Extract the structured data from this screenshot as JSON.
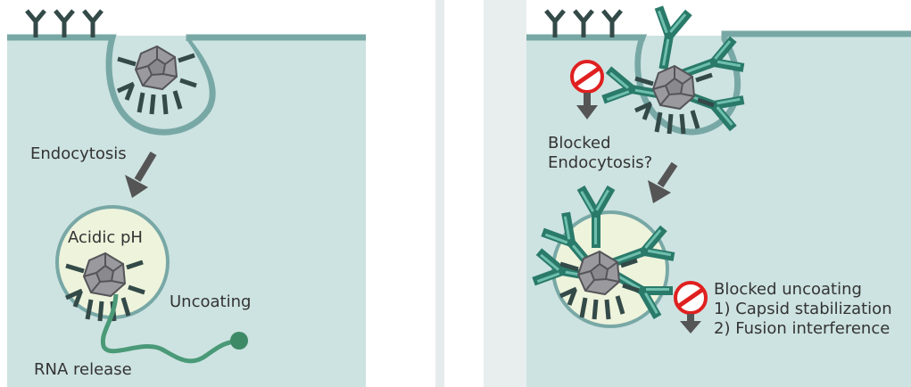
{
  "colors": {
    "cell": "#cde3e1",
    "membrane": "#78a8a6",
    "receptor": "#334a48",
    "antibody": "#2a7a6a",
    "antibody_light": "#6fbfae",
    "endosome": "#eef3dc",
    "virus": "#9a9a9e",
    "virus_edge": "#555559",
    "arrow": "#555555",
    "rna": "#4a9a78",
    "block": "#e02020",
    "text": "#333333"
  },
  "left_panel": {
    "endocytosis_label": "Endocytosis",
    "acidic_label": "Acidic pH",
    "uncoating_label": "Uncoating",
    "rna_label": "RNA release"
  },
  "right_panel": {
    "blocked_endo_line1": "Blocked",
    "blocked_endo_line2": "Endocytosis?",
    "blocked_uncoating_line1": "Blocked uncoating",
    "blocked_uncoating_line2": "1) Capsid stabilization",
    "blocked_uncoating_line3": "2) Fusion interference"
  },
  "icons": {
    "virus": "virus-capsid-icon",
    "block": "prohibition-icon",
    "arrow": "down-arrow-icon",
    "antibody": "antibody-icon"
  }
}
